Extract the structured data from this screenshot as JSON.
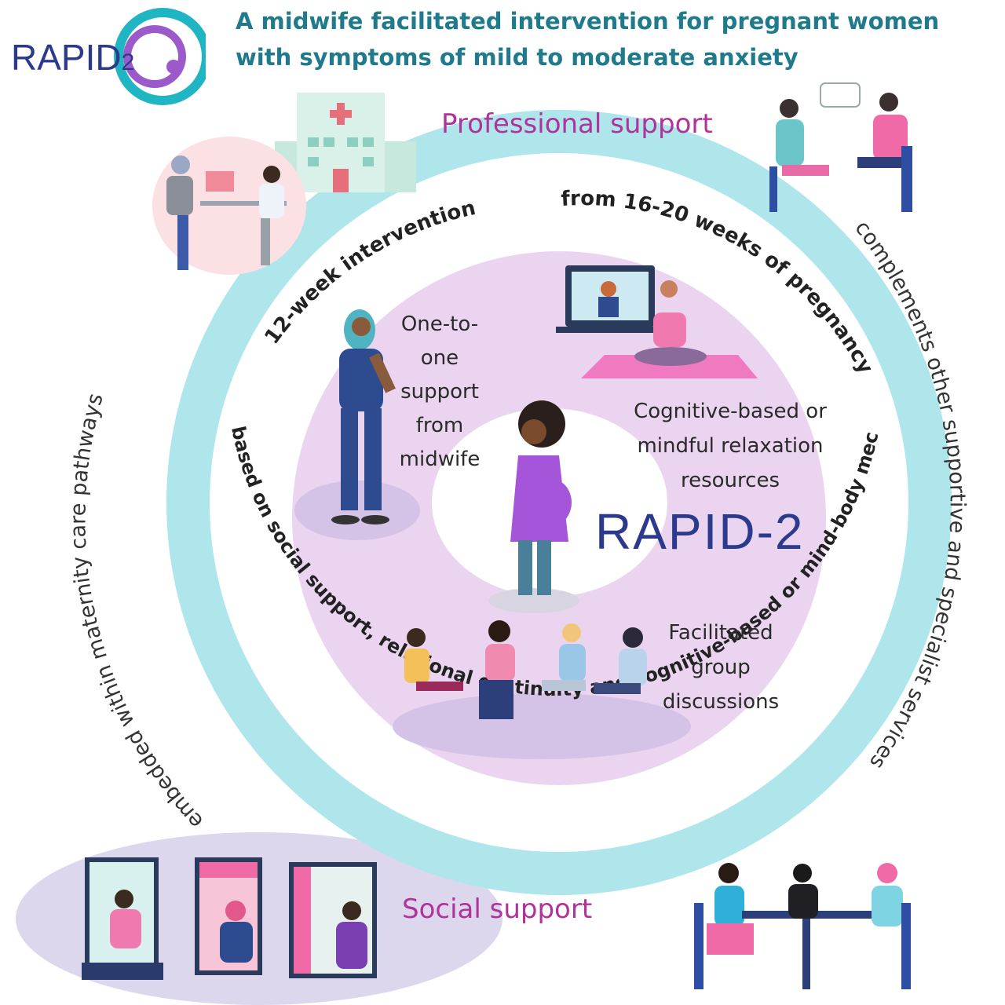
{
  "logo": {
    "text": "RAPID",
    "digit": "2"
  },
  "header": {
    "line1": "A midwife facilitated intervention for pregnant women",
    "line2": "with symptoms of mild to moderate anxiety"
  },
  "labels": {
    "professional_support": "Professional support",
    "social_support": "Social support",
    "rapid2": "RAPID-2"
  },
  "arcs": {
    "inner_top_left": "12-week intervention",
    "inner_top_right": "from 16-20 weeks of pregnancy",
    "inner_bottom": "based on social support, relational continuity and cognitive-based or mind-body mechanisms",
    "outer_left": "embedded within maternity care pathways",
    "outer_right": "complements other supportive and specialist services"
  },
  "components": {
    "one_to_one": [
      "One-to-",
      "one",
      "support",
      "from",
      "midwife"
    ],
    "relaxation": [
      "Cognitive-based or",
      "mindful relaxation",
      "resources"
    ],
    "group": [
      "Facilitated",
      "group",
      "discussions"
    ]
  },
  "colors": {
    "teal_ring": "#aee6ec",
    "lavender": "#ead4ef",
    "title_teal": "#1f7a8c",
    "logo_navy": "#2b3a8c",
    "accent_pink": "#b0339a"
  }
}
